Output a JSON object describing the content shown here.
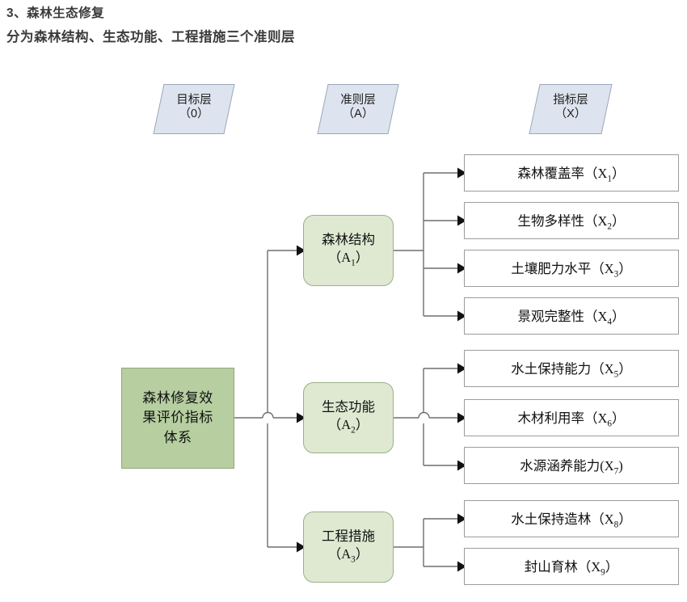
{
  "heading": {
    "line1": "3、森林生态修复",
    "line2": "分为森林结构、生态功能、工程措施三个准则层"
  },
  "layer_headers": [
    {
      "name": "goal-layer-header",
      "title": "目标层",
      "code": "（0）"
    },
    {
      "name": "criterion-layer-header",
      "title": "准则层",
      "code": "（A）"
    },
    {
      "name": "indicator-layer-header",
      "title": "指标层",
      "code": "（X）"
    }
  ],
  "goal": {
    "line1": "森林修复效",
    "line2": "果评价指标",
    "line3": "体系"
  },
  "criteria": [
    {
      "name": "森林结构",
      "code_base": "（A",
      "code_sub": "1",
      "code_tail": "）"
    },
    {
      "name": "生态功能",
      "code_base": "（A",
      "code_sub": "2",
      "code_tail": "）"
    },
    {
      "name": "工程措施",
      "code_base": "（A",
      "code_sub": "3",
      "code_tail": "）"
    }
  ],
  "indicators": [
    {
      "label_text": "森林覆盖率（X",
      "sub": "1",
      "tail": "）"
    },
    {
      "label_text": "生物多样性（X",
      "sub": "2",
      "tail": "）"
    },
    {
      "label_text": "土壤肥力水平（X",
      "sub": "3",
      "tail": "）"
    },
    {
      "label_text": "景观完整性（X",
      "sub": "4",
      "tail": "）"
    },
    {
      "label_text": "水土保持能力（X",
      "sub": "5",
      "tail": "）"
    },
    {
      "label_text": "木材利用率（X",
      "sub": "6",
      "tail": "）"
    },
    {
      "label_text": "水源涵养能力(X",
      "sub": "7",
      "tail": ")"
    },
    {
      "label_text": "水土保持造林（X",
      "sub": "8",
      "tail": "）"
    },
    {
      "label_text": "封山育林（X",
      "sub": "9",
      "tail": "）"
    }
  ],
  "colors": {
    "heading_text": "#3b3b3b",
    "layer_header_fill": "#dde4ef",
    "layer_header_stroke": "#9aa7bb",
    "goal_fill": "#b6cea0",
    "goal_stroke": "#8fa87c",
    "criterion_fill": "#dfe9d2",
    "criterion_stroke": "#9ab089",
    "indicator_fill": "#ffffff",
    "indicator_stroke": "#9c9c9c",
    "wire": "#6e6e6e",
    "arrow": "#111111"
  }
}
